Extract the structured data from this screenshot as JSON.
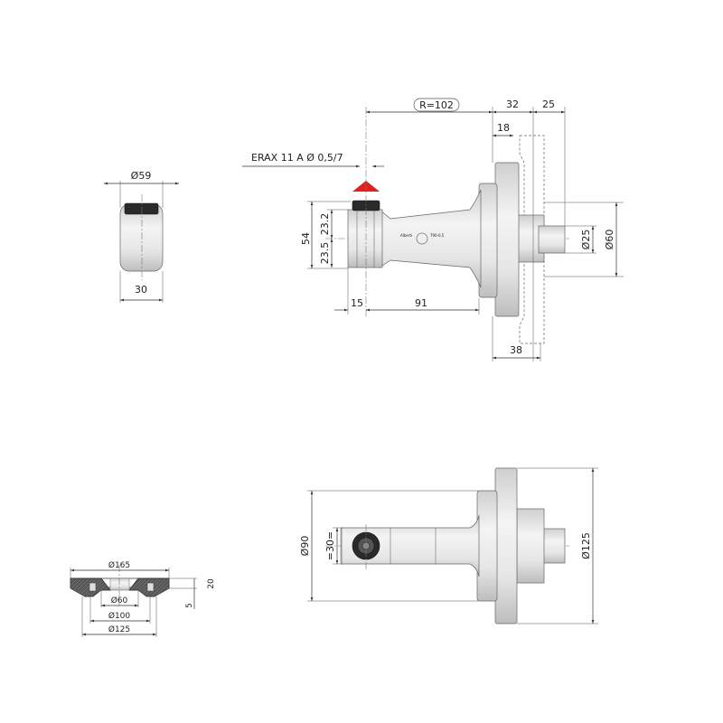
{
  "colors": {
    "marker": "#e0201c",
    "metal": "#e4e4e4"
  },
  "main_view": {
    "tool_label": "ERAX 11 A Ø 0,5/7",
    "radius_label": "R=102",
    "dims": {
      "d32": "32",
      "d25": "25",
      "d18": "18",
      "d54": "54",
      "d23_2": "23.2",
      "d23_5": "23.5",
      "d15": "15",
      "d91": "91",
      "d38": "38",
      "dia25": "Ø25",
      "dia60": "Ø60"
    },
    "marking": {
      "brand": "Alberti",
      "code": "T90-0,5"
    }
  },
  "end_view": {
    "dia59": "Ø59",
    "d30": "30"
  },
  "ring_view": {
    "dia165": "Ø165",
    "dia60": "Ø60",
    "dia100": "Ø100",
    "dia125": "Ø125",
    "d20": "20",
    "d5": "5"
  },
  "side_view": {
    "dia90": "Ø90",
    "eq30": "=30=",
    "dia125": "Ø125"
  }
}
